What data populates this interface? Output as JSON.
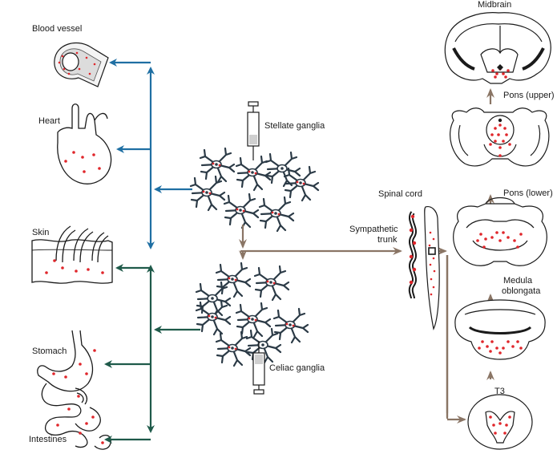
{
  "organs": {
    "blood_vessel": "Blood vessel",
    "heart": "Heart",
    "skin": "Skin",
    "stomach": "Stomach",
    "intestines": "Intestines"
  },
  "ganglia": {
    "stellate": "Stellate ganglia",
    "celiac": "Celiac ganglia"
  },
  "spinal": {
    "spinal_cord": "Spinal cord",
    "sympathetic_trunk_line1": "Sympathetic",
    "sympathetic_trunk_line2": "trunk"
  },
  "brain": {
    "midbrain": "Midbrain",
    "pons_upper": "Pons (upper)",
    "pons_lower": "Pons (lower)",
    "medulla_line1": "Medula",
    "medulla_line2": "oblongata",
    "t3": "T3"
  },
  "colors": {
    "blue_arrow": "#1f6fa3",
    "green_arrow": "#1f5a4a",
    "brown_arrow": "#8a7565",
    "label_dot": "#e0262b",
    "outline": "#1a1a1a"
  }
}
